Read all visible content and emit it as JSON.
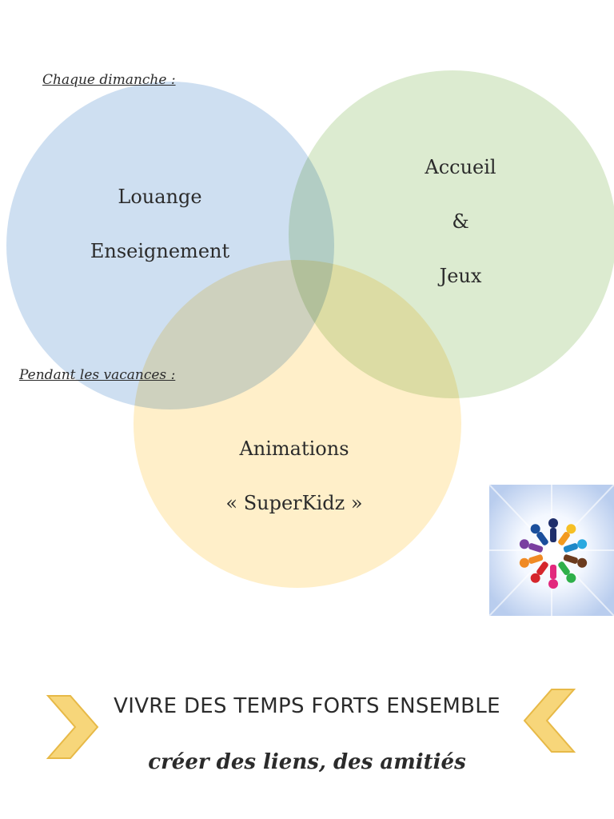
{
  "venn": {
    "label_sunday": "Chaque dimanche :",
    "label_holidays": "Pendant les vacances :",
    "circles": [
      {
        "name": "blue",
        "color": "#c9dcf0",
        "lines": [
          "Louange",
          "Enseignement"
        ]
      },
      {
        "name": "green",
        "color": "#d6e8c8",
        "lines": [
          "Accueil",
          "&",
          "Jeux"
        ]
      },
      {
        "name": "yellow",
        "color": "#ffefc9",
        "lines": [
          "Animations",
          "« SuperKidz »"
        ]
      }
    ]
  },
  "logo": {
    "icon": "people-circle-logo-icon"
  },
  "footer": {
    "title": "VIVRE DES TEMPS FORTS ENSEMBLE",
    "subtitle": "créer des liens, des amitiés",
    "chevron_color": "#f7d67a"
  }
}
